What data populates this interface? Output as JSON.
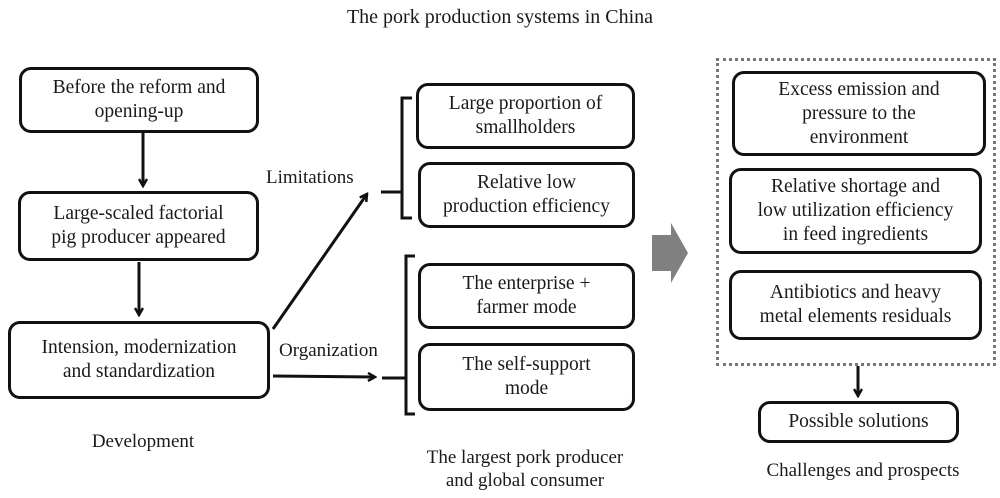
{
  "title": "The pork production systems in China",
  "development": {
    "caption": "Development",
    "steps": [
      {
        "line1": "Before the reform and",
        "line2": "opening-up"
      },
      {
        "line1": "Large-scaled factorial",
        "line2": "pig producer appeared"
      },
      {
        "line1": "Intension, modernization",
        "line2": "and standardization"
      }
    ]
  },
  "branches": {
    "limitations_label": "Limitations",
    "organization_label": "Organization"
  },
  "producer": {
    "caption_line1": "The largest pork producer",
    "caption_line2": "and global consumer",
    "limitations": [
      {
        "line1": "Large proportion of",
        "line2": "smallholders"
      },
      {
        "line1": "Relative low",
        "line2": "production efficiency"
      }
    ],
    "organization": [
      {
        "line1": "The enterprise +",
        "line2": "farmer mode"
      },
      {
        "line1": "The self-support",
        "line2": "mode"
      }
    ]
  },
  "challenges": {
    "caption": "Challenges and prospects",
    "items": [
      {
        "line1": "Excess emission and",
        "line2": "pressure to the",
        "line3": "environment"
      },
      {
        "line1": "Relative shortage and",
        "line2": "low utilization efficiency",
        "line3": "in feed ingredients"
      },
      {
        "line1": "Antibiotics and heavy",
        "line2": "metal elements residuals"
      }
    ],
    "solution": "Possible solutions"
  },
  "colors": {
    "line": "#111111",
    "big_arrow": "#808080",
    "dotted_border": "#777777"
  }
}
